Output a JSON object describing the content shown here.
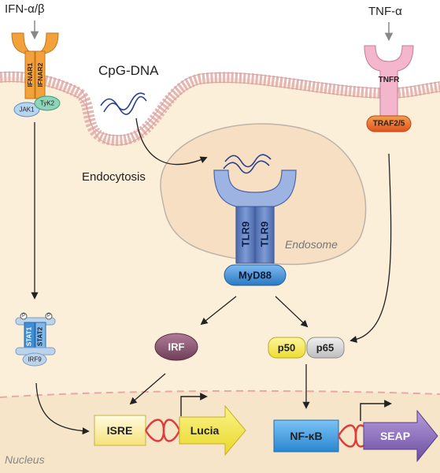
{
  "labels": {
    "ifn": "IFN-α/β",
    "tnf": "TNF-α",
    "cpg": "CpG-DNA",
    "endocytosis": "Endocytosis",
    "endosome": "Endosome",
    "nucleus": "Nucleus",
    "ifnar1": "IFNAR1",
    "ifnar2": "IFNAR2",
    "jak1": "JAK1",
    "tyk2": "TyK2",
    "stat1": "STAT1",
    "stat2": "STAT2",
    "irf9": "IRF9",
    "phospho": "P",
    "tnfr": "TNFR",
    "traf": "TRAF2/5",
    "tlr9": "TLR9",
    "myd88": "MyD88",
    "irf": "IRF",
    "p50": "p50",
    "p65": "p65",
    "isre": "ISRE",
    "lucia": "Lucia",
    "nfkb": "NF-κB",
    "seap": "SEAP"
  },
  "colors": {
    "cytoplasm": "#fcefd9",
    "membrane": "#e8c4c2",
    "endosome": "#f6dfc2",
    "ifnar": "#f3a13a",
    "tnfr": "#f4b6cc",
    "traf": "#e8632a",
    "tlr9": "#5d7dbd",
    "myd88": "#3f8fd6",
    "irf": "#8b5872",
    "p50": "#f6ee5a",
    "p65": "#d8d8d8",
    "isre": "#fff1a8",
    "lucia": "#f7ea4c",
    "nfkb": "#3d9ee6",
    "seap": "#8b6bb8",
    "dna": "#e03a3a"
  }
}
